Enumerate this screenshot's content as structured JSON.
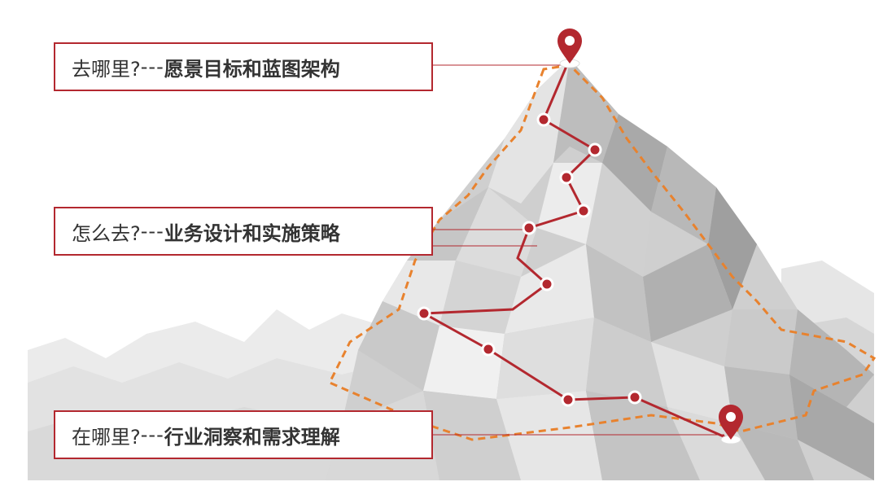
{
  "stages": [
    {
      "question": "去哪里?",
      "separator": " ---",
      "answer": "愿景目标和蓝图架构"
    },
    {
      "question": "怎么去?",
      "separator": " ---",
      "answer": "业务设计和实施策略"
    },
    {
      "question": "在哪里?",
      "separator": " ---",
      "answer": "行业洞察和需求理解"
    }
  ],
  "colors": {
    "accent_red": "#b3282f",
    "route_orange": "#e8822e",
    "text": "#333333"
  },
  "icons": [
    "map-pin-icon",
    "map-pin-icon"
  ]
}
